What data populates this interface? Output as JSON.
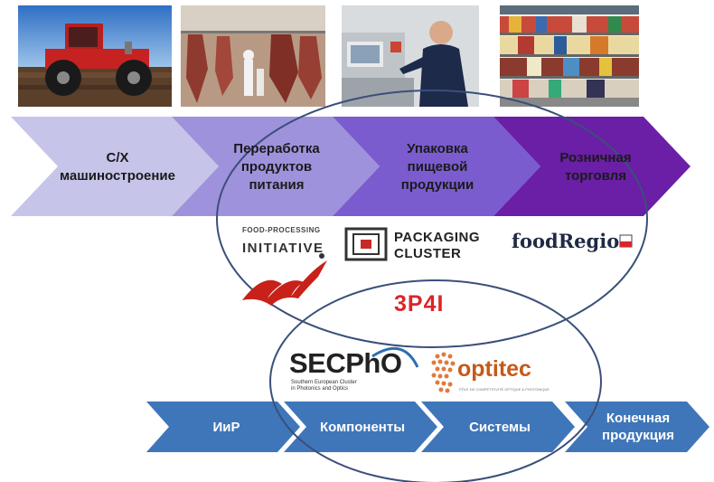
{
  "photos": [
    {
      "name": "tractor-photo",
      "subject": "Red tractor in field"
    },
    {
      "name": "meat-processing-photo",
      "subject": "Meat processing plant"
    },
    {
      "name": "packaging-operator-photo",
      "subject": "Operator at packaging line"
    },
    {
      "name": "retail-shelves-photo",
      "subject": "Supermarket shelves"
    }
  ],
  "value_chain": [
    {
      "label": "С/Х\nмашиностроение"
    },
    {
      "label": "Переработка\nпродуктов\nпитания"
    },
    {
      "label": "Упаковка\nпищевой\nпродукции"
    },
    {
      "label": "Розничная\nторговля"
    }
  ],
  "chevron_colors": [
    "#c7c4ea",
    "#9f92dc",
    "#7a5ccf",
    "#6a1fa6"
  ],
  "logos": {
    "food_processing": {
      "top": "FOOD-PROCESSING",
      "main": "INITIATIVE"
    },
    "packaging": {
      "line1": "PACKAGING",
      "line2": "CLUSTER"
    },
    "foodregio": {
      "name": "foodRegio"
    },
    "p4i": {
      "name": "3P4I"
    },
    "secpho": {
      "name": "SECPhO",
      "subtitle1": "Southern European Cluster",
      "subtitle2": "in Photonics and Optics"
    },
    "optitec": {
      "name": "optitec",
      "subtitle": "PÔLE DE COMPÉTITIVITÉ OPTIQUE & PHOTONIQUE"
    }
  },
  "tech_chain": [
    {
      "label": "ИиР"
    },
    {
      "label": "Компоненты"
    },
    {
      "label": "Системы"
    },
    {
      "label": "Конечная\nпродукция"
    }
  ],
  "colors": {
    "tech_arrow": "#3f76ba",
    "ellipse_stroke": "#3a4f7a",
    "accent_red": "#d9262b"
  }
}
